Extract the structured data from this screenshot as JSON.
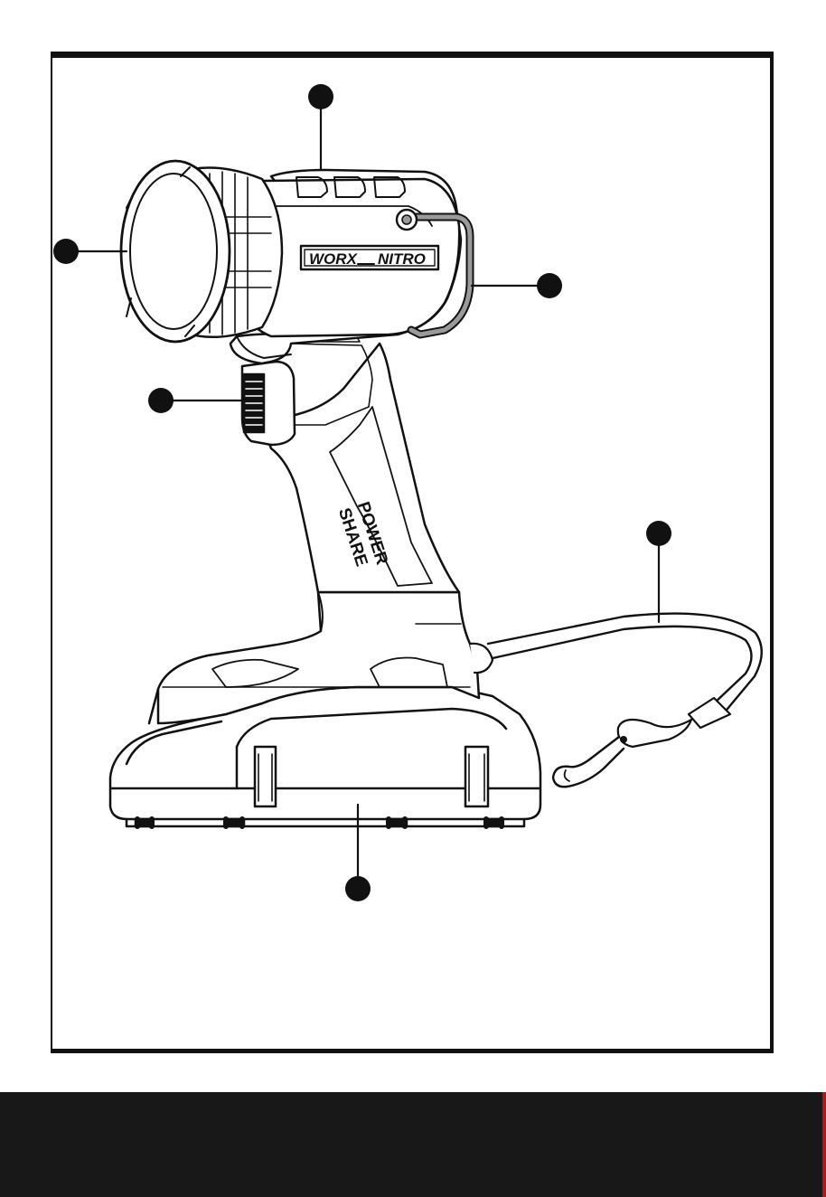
{
  "illustration": {
    "brand_left": "WORX",
    "brand_right": "NITRO",
    "power_share_line1": "POWER",
    "power_share_line2": "SHARE",
    "callout_count": 6
  },
  "colors": {
    "ink": "#111111",
    "paper": "#ffffff",
    "footer": "#181818",
    "accent": "#b01818",
    "hook_gray": "#9a9a9a"
  }
}
